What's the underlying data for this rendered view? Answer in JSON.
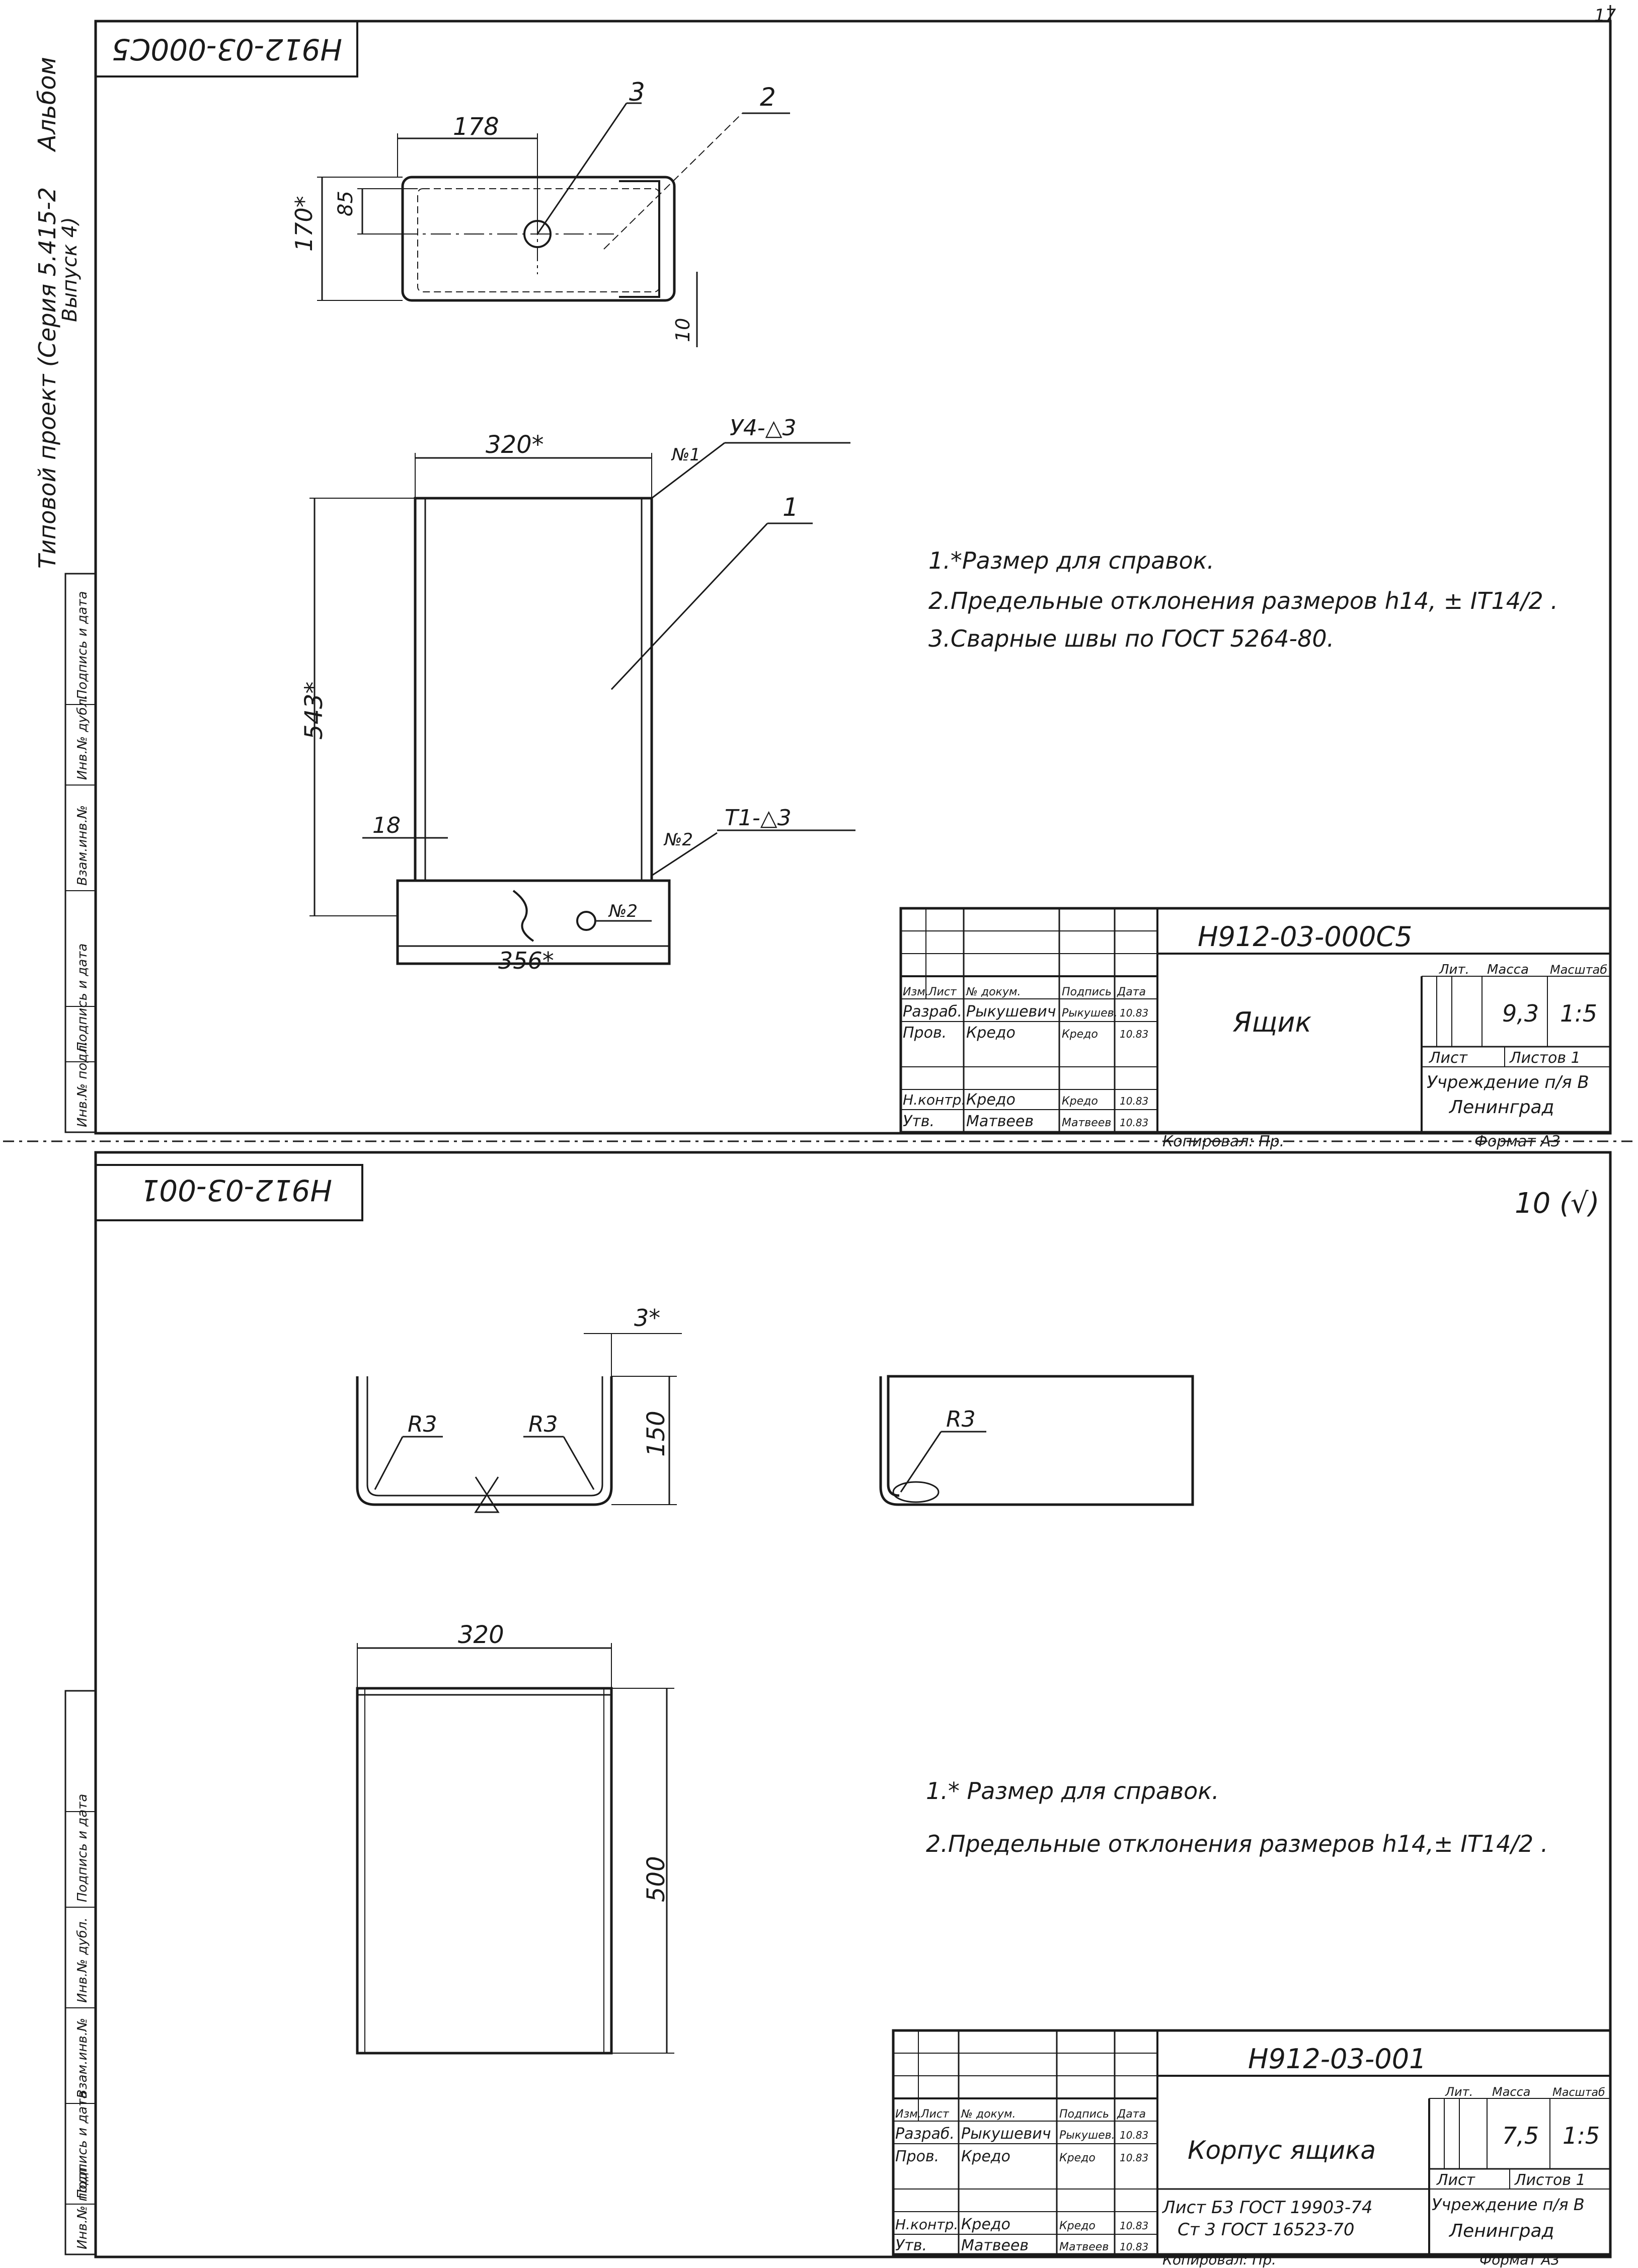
{
  "sheet_corner": "17",
  "side_strip": {
    "album_label": "Альбом",
    "project_label": "Типовой проект (Серия 5.415-2",
    "project_label2": "Выпуск 4)"
  },
  "upper_sheet": {
    "code_stamp": "Н912-03-000С5",
    "details": {
      "dim_178": "178",
      "dim_85": "85",
      "dim_170": "170*",
      "dim_10": "10",
      "leader_3": "3",
      "leader_2": "2",
      "dim_320": "320*",
      "weld_1_no": "№1",
      "weld_1_symbol": "У4-△3",
      "leader_1": "1",
      "dim_543": "543*",
      "dim_18": "18",
      "weld_2_no": "№2",
      "weld_2_symbol": "Т1-△3",
      "dim_356": "356*",
      "weld_2b_no": "№2"
    },
    "notes": [
      "1.*Размер для справок.",
      "2.Предельные  отклонения размеров h14, ± IT14/2 .",
      "3.Сварные  швы по ГОСТ 5264-80."
    ],
    "title_block": {
      "designation": "Н912-03-000С5",
      "name": "Ящик",
      "col_headers": [
        "Изм.",
        "Лист",
        "№ докум.",
        "Подпись",
        "Дата"
      ],
      "people": [
        {
          "role": "Разраб.",
          "name": "Рыкушевич",
          "sign": "Рыкушев.",
          "date": "10.83"
        },
        {
          "role": "Пров.",
          "name": "Кредо",
          "sign": "Кредо",
          "date": "10.83"
        },
        {
          "role": "Н.контр.",
          "name": "Кредо",
          "sign": "Кредо",
          "date": "10.83"
        },
        {
          "role": "Утв.",
          "name": "Матвеев",
          "sign": "Матвеев",
          "date": "10.83"
        }
      ],
      "lit_label": "Лит.",
      "mass_label": "Масса",
      "scale_label": "Масштаб",
      "mass": "9,3",
      "scale": "1:5",
      "sheet_label": "Лист",
      "sheets_label": "Листов 1",
      "org": "Учреждение п/я В",
      "city": "Ленинград"
    },
    "copied_label": "Копировал: Пр.",
    "format_label": "Формат А3"
  },
  "lower_sheet": {
    "code_stamp": "Н912-03-001",
    "roughness": "10 (√)",
    "details": {
      "dim_3": "3*",
      "dim_150": "150",
      "r_left": "R3",
      "r_right": "R3",
      "r_side": "R3",
      "dim_320": "320",
      "dim_500": "500"
    },
    "notes": [
      "1.* Размер для справок.",
      "2.Предельные  отклонения  размеров  h14,± IT14/2 ."
    ],
    "title_block": {
      "designation": "Н912-03-001",
      "name": "Корпус ящика",
      "col_headers": [
        "Изм.",
        "Лист",
        "№ докум.",
        "Подпись",
        "Дата"
      ],
      "people": [
        {
          "role": "Разраб.",
          "name": "Рыкушевич",
          "sign": "Рыкушев.",
          "date": "10.83"
        },
        {
          "role": "Пров.",
          "name": "Кредо",
          "sign": "Кредо",
          "date": "10.83"
        },
        {
          "role": "Н.контр.",
          "name": "Кредо",
          "sign": "Кредо",
          "date": "10.83"
        },
        {
          "role": "Утв.",
          "name": "Матвеев",
          "sign": "Матвеев",
          "date": "10.83"
        }
      ],
      "material_line1": "Лист Б3 ГОСТ 19903-74",
      "material_line2": "Ст 3 ГОСТ 16523-70",
      "lit_label": "Лит.",
      "mass_label": "Масса",
      "scale_label": "Масштаб",
      "mass": "7,5",
      "scale": "1:5",
      "sheet_label": "Лист",
      "sheets_label": "Листов 1",
      "org": "Учреждение п/я В",
      "city": "Ленинград"
    },
    "copied_label": "Копировал: Пр.",
    "format_label": "Формат А3"
  },
  "side_columns": {
    "inv_original": "Инв.№ подл.",
    "sign_date": "Подпись и дата",
    "replace_inv": "Взам.инв.№",
    "dup_inv": "Инв.№ дубл.",
    "sign_date2": "Подпись и дата"
  }
}
